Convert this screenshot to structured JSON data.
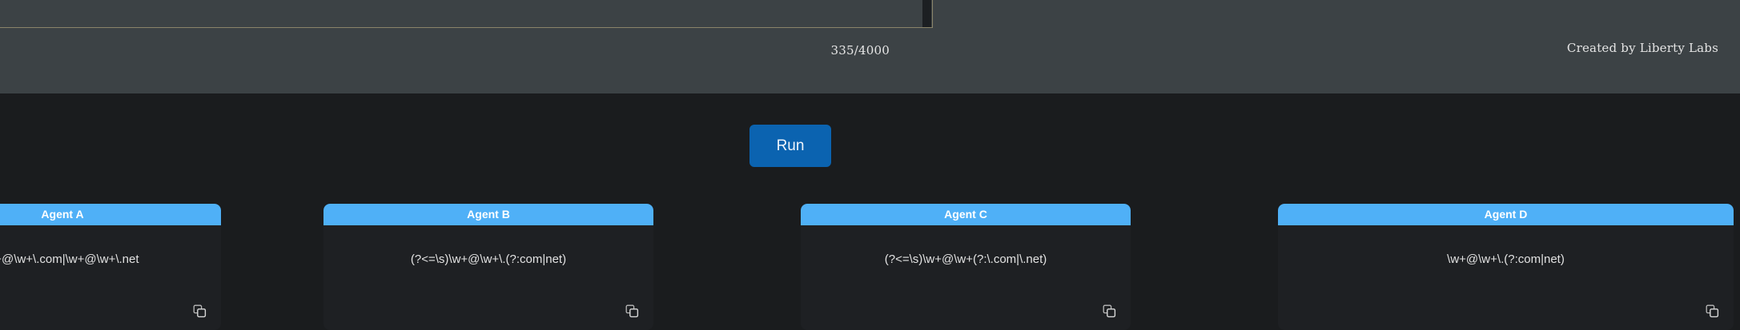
{
  "editor": {
    "prompt_value": "",
    "char_counter": "335/4000",
    "scrollbar": "vertical-scrollbar"
  },
  "branding": {
    "credit": "Created by Liberty Labs"
  },
  "actions": {
    "run_label": "Run"
  },
  "colors": {
    "page_background": "#1a1c1e",
    "panel_background": "#3c4245",
    "card_background": "#1e2023",
    "card_header": "#4fb0f7",
    "run_button": "#0b63b0",
    "accent_border": "#8a8469",
    "text_primary": "#e6e6e6"
  },
  "cards": [
    {
      "title": "Agent A",
      "regex": "w+@\\w+\\.com|\\w+@\\w+\\.net",
      "copy_icon": "copy-icon"
    },
    {
      "title": "Agent B",
      "regex": "(?<=\\s)\\w+@\\w+\\.(?:com|net)",
      "copy_icon": "copy-icon"
    },
    {
      "title": "Agent C",
      "regex": "(?<=\\s)\\w+@\\w+(?:\\.com|\\.net)",
      "copy_icon": "copy-icon"
    },
    {
      "title": "Agent D",
      "regex": "\\w+@\\w+\\.(?:com|net)",
      "copy_icon": "copy-icon"
    }
  ]
}
